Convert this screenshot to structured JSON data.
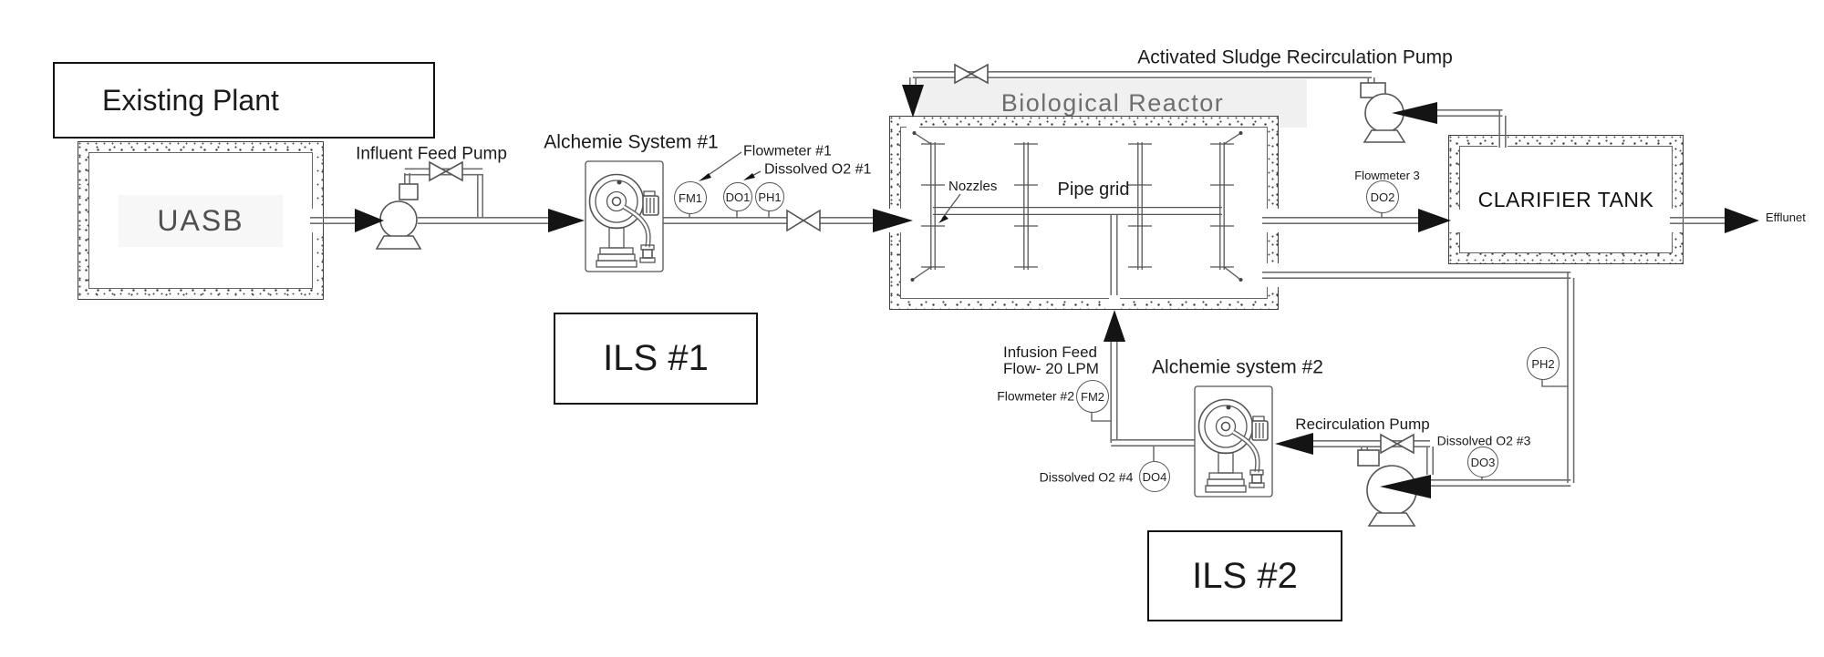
{
  "plant": {
    "existing_plant_label": "Existing Plant",
    "uasb_label": "UASB",
    "influent_pump_label": "Influent Feed Pump"
  },
  "ils1": {
    "system_title": "Alchemie System #1",
    "box_label": "ILS #1",
    "flowmeter_label": "Flowmeter #1",
    "dissolved_o2_label": "Dissolved O2 #1",
    "fm_tag": "FM1",
    "do_tag": "DO1",
    "ph_tag": "PH1"
  },
  "reactor": {
    "title": "Biological Reactor",
    "nozzles_label": "Nozzles",
    "pipe_grid_label": "Pipe grid",
    "recirc_pump_label": "Activated Sludge Recirculation Pump"
  },
  "clarifier": {
    "title": "CLARIFIER TANK",
    "effluent_label": "Efflunet",
    "flowmeter3_label": "Flowmeter 3",
    "do2_tag": "DO2",
    "ph2_tag": "PH2"
  },
  "ils2": {
    "system_title": "Alchemie system #2",
    "box_label": "ILS #2",
    "infusion_feed_line1": "Infusion Feed",
    "infusion_feed_line2": "Flow- 20 LPM",
    "flowmeter_label": "Flowmeter #2",
    "fm_tag": "FM2",
    "recirc_pump_label": "Recirculation Pump",
    "dissolved_o2_3_label": "Dissolved O2 #3",
    "do3_tag": "DO3",
    "dissolved_o2_4_label": "Dissolved O2 #4",
    "do4_tag": "DO4"
  },
  "colors": {
    "pipe_line": "#6f6f6f",
    "equipment_line": "#555555",
    "arrow_fill": "#141414",
    "title_band": "#f0f0f0",
    "reactor_title_text": "#6e6e6e",
    "uasb_text": "#4f4f4f"
  }
}
